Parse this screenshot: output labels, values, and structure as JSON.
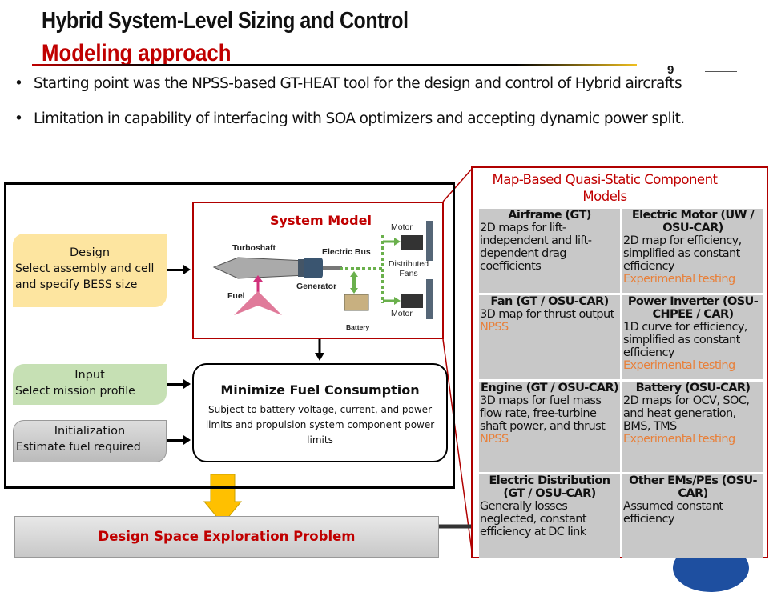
{
  "header": {
    "title": "Hybrid System-Level Sizing and Control",
    "subtitle": "Modeling approach",
    "page_number": "9"
  },
  "bullets": [
    "Starting point was the NPSS-based GT-HEAT tool for the design and control of Hybrid aircrafts",
    "Limitation in capability of interfacing with SOA optimizers and accepting dynamic power split."
  ],
  "flow": {
    "design": {
      "title": "Design",
      "text": "Select assembly and cell and specify BESS size"
    },
    "input": {
      "title": "Input",
      "text": "Select mission profile"
    },
    "init": {
      "title": "Initialization",
      "text": "Estimate fuel required"
    },
    "system_model": {
      "title": "System Model",
      "labels": {
        "turboshaft": "Turboshaft",
        "fuel": "Fuel",
        "generator": "Generator",
        "electric_bus": "Electric Bus",
        "battery": "Battery",
        "motor_top": "Motor",
        "motor_bottom": "Motor",
        "fans": "Distributed Fans"
      }
    },
    "objective": {
      "title": "Minimize  Fuel Consumption",
      "text": "Subject to battery voltage, current, and power limits and propulsion system component power limits"
    },
    "dse": "Design Space Exploration Problem"
  },
  "panel": {
    "title": "Map-Based Quasi-Static Component Models",
    "cells": [
      {
        "title": "Airframe (GT)",
        "text": "2D maps for lift-independent and lift-dependent drag coefficients",
        "source": ""
      },
      {
        "title": "Electric Motor (UW / OSU-CAR)",
        "text": "2D map for efficiency, simplified as constant efficiency",
        "source": "Experimental testing"
      },
      {
        "title": "Fan (GT / OSU-CAR)",
        "text": "3D map for thrust output",
        "source": "NPSS"
      },
      {
        "title": "Power Inverter (OSU-CHPEE / CAR)",
        "text": "1D curve for efficiency, simplified as constant efficiency",
        "source": "Experimental testing"
      },
      {
        "title": "Engine (GT / OSU-CAR)",
        "text": "3D maps for fuel mass flow rate, free-turbine shaft power, and thrust",
        "source": "NPSS"
      },
      {
        "title": "Battery (OSU-CAR)",
        "text": "2D maps for OCV, SOC, and heat generation, BMS, TMS",
        "source": "Experimental testing"
      },
      {
        "title": "Electric Distribution (GT / OSU-CAR)",
        "text": "Generally losses neglected, constant efficiency at DC link",
        "source": ""
      },
      {
        "title": "Other EMs/PEs (OSU-CAR)",
        "text": "Assumed constant efficiency",
        "source": ""
      }
    ]
  },
  "colors": {
    "accent_red": "#c00000",
    "source_orange": "#e8803a",
    "design": "#fde5a0",
    "input": "#c6e0b4"
  }
}
